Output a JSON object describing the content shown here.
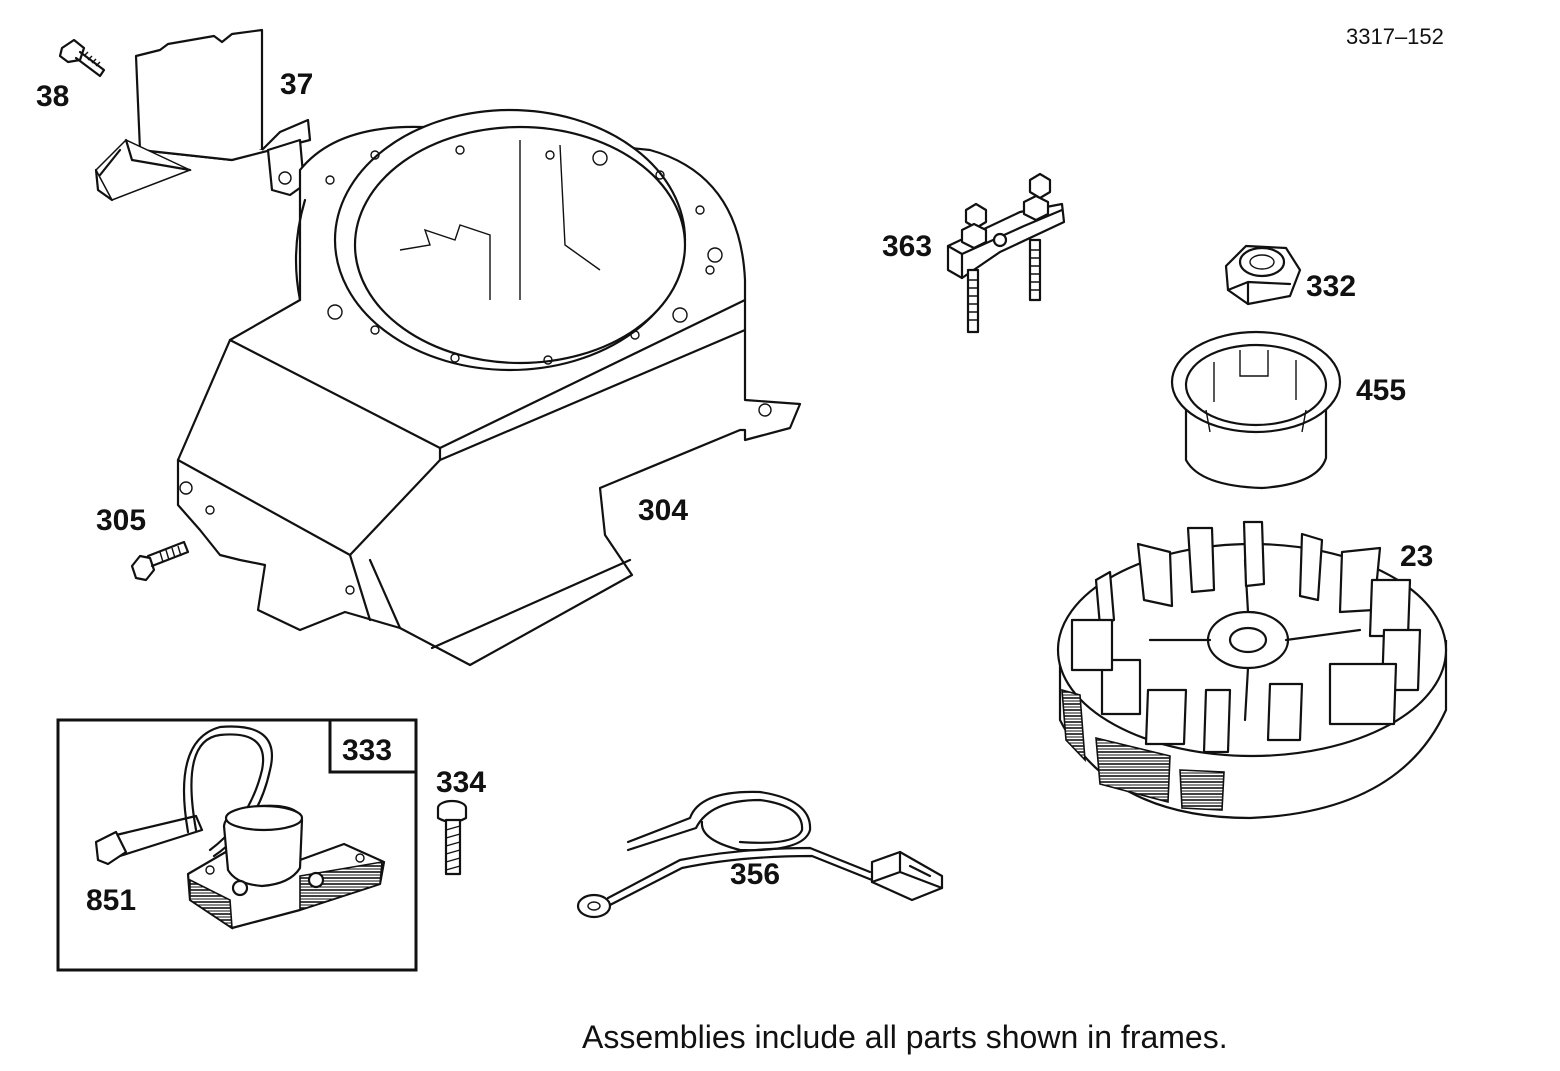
{
  "drawing_ref": "3317–152",
  "footer_note": "Assemblies include all parts shown in frames.",
  "parts": {
    "p38": "38",
    "p37": "37",
    "p304": "304",
    "p305": "305",
    "p363": "363",
    "p332": "332",
    "p455": "455",
    "p23": "23",
    "p333": "333",
    "p334": "334",
    "p851": "851",
    "p356": "356"
  }
}
